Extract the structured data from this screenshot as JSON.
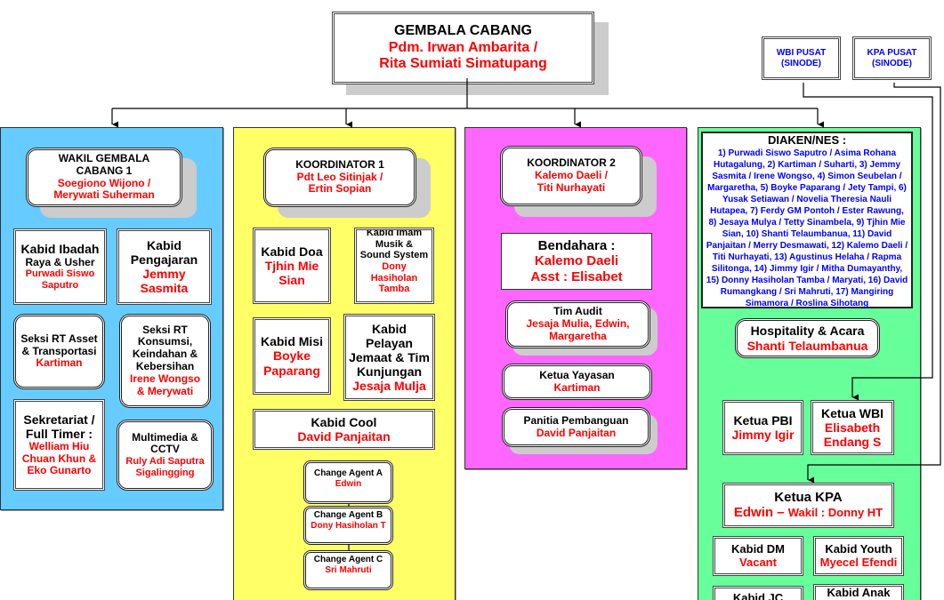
{
  "top": {
    "title": "GEMBALA CABANG",
    "name_line1": "Pdm. Irwan Ambarita /",
    "name_line2": "Rita Sumiati Simatupang"
  },
  "external": {
    "wbi_pusat": {
      "line1": "WBI PUSAT",
      "line2": "(SINODE)"
    },
    "kpa_pusat": {
      "line1": "KPA PUSAT",
      "line2": "(SINODE)"
    }
  },
  "colors": {
    "blue_panel": "#66ccff",
    "yellow_panel": "#ffff66",
    "pink_panel": "#ff66ff",
    "green_panel": "#66ff99",
    "name_text": "#ff0000",
    "diaken_text": "#0000ff"
  },
  "blue": {
    "head": {
      "title_line1": "WAKIL GEMBALA",
      "title_line2": "CABANG 1",
      "name_line1": "Soegiono Wijono /",
      "name_line2": "Merywati Suherman"
    },
    "ibadah": {
      "title_line1": "Kabid Ibadah",
      "title_line2": "Raya & Usher",
      "name_line1": "Purwadi Siswo",
      "name_line2": "Saputro"
    },
    "pengajaran": {
      "title_line1": "Kabid",
      "title_line2": "Pengajaran",
      "name_line1": "Jemmy",
      "name_line2": "Sasmita"
    },
    "asset": {
      "title_line1": "Seksi RT Asset",
      "title_line2": "& Transportasi",
      "name": "Kartiman"
    },
    "konsumsi": {
      "title_line1": "Seksi RT",
      "title_line2": "Konsumsi,",
      "title_line3": "Keindahan &",
      "title_line4": "Kebersihan",
      "name_line1": "Irene Wongso",
      "name_line2": "& Merywati"
    },
    "sekretariat": {
      "title_line1": "Sekretariat /",
      "title_line2": "Full Timer :",
      "name_line1": "Welliam Hiu",
      "name_line2": "Chuan Khun &",
      "name_line3": "Eko Gunarto"
    },
    "multimedia": {
      "title_line1": "Multimedia &",
      "title_line2": "CCTV",
      "name_line1": "Ruly Adi Saputra",
      "name_line2": "Sigalingging"
    }
  },
  "yellow": {
    "head": {
      "title": "KOORDINATOR 1",
      "name_line1": "Pdt Leo Sitinjak /",
      "name_line2": "Ertin Sopian"
    },
    "doa": {
      "title": "Kabid Doa",
      "name_line1": "Tjhin Mie",
      "name_line2": "Sian"
    },
    "imam_musik": {
      "title_line1": "Kabid Imam",
      "title_line2": "Musik &",
      "title_line3": "Sound System",
      "name_line1": "Dony",
      "name_line2": "Hasiholan",
      "name_line3": "Tamba"
    },
    "misi": {
      "title": "Kabid Misi",
      "name_line1": "Boyke",
      "name_line2": "Paparang"
    },
    "pelayan": {
      "title_line1": "Kabid",
      "title_line2": "Pelayan",
      "title_line3": "Jemaat & Tim",
      "title_line4": "Kunjungan",
      "name": "Jesaja Mulja"
    },
    "cool": {
      "title": "Kabid Cool",
      "name": "David Panjaitan"
    },
    "agents": [
      {
        "title": "Change Agent A",
        "name": "Edwin"
      },
      {
        "title": "Change Agent B",
        "name": "Dony Hasiholan T"
      },
      {
        "title": "Change Agent C",
        "name": "Sri Mahruti"
      }
    ]
  },
  "pink": {
    "head": {
      "title": "KOORDINATOR 2",
      "name_line1": "Kalemo Daeli /",
      "name_line2": "Titi Nurhayati"
    },
    "bendahara": {
      "title": "Bendahara :",
      "name_line1": "Kalemo Daeli",
      "name_line2": "Asst : Elisabet"
    },
    "audit": {
      "title": "Tim Audit",
      "name_line1": "Jesaja Mulia, Edwin,",
      "name_line2": "Margaretha"
    },
    "yayasan": {
      "title": "Ketua Yayasan",
      "name": "Kartiman"
    },
    "pembangunan": {
      "title": "Panitia Pembanguan",
      "name": "David Panjaitan"
    }
  },
  "green": {
    "diaken": {
      "title": "DIAKEN/NES :",
      "members": "1) Purwadi Siswo Saputro / Asima Rohana Hutagalung, 2) Kartiman / Suharti, 3) Jemmy Sasmita / Irene Wongso, 4) Simon Seubelan / Margaretha, 5) Boyke Paparang / Jety Tampi, 6) Yusak Setiawan / Novelia Theresia Nauli Hutapea, 7) Ferdy GM Pontoh / Ester Rawung, 8) Jesaya Mulya / Tetty Sinambela, 9) Tjhin Mie Sian, 10) Shanti Telaumbanua, 11) David Panjaitan / Merry Desmawati, 12) Kalemo Daeli / Titi Nurhayati, 13) Agustinus Helaha / Rapma Silitonga, 14) Jimmy Igir / Mitha Dumayanthy, 15) Donny Hasiholan Tamba / Maryati, 16) David Rumangkang / Sri Mahruti, 17) Mangiring Simamora / Roslina Sihotang"
    },
    "hospitality": {
      "title": "Hospitality & Acara",
      "name": "Shanti Telaumbanua"
    },
    "pbi": {
      "title": "Ketua PBI",
      "name": "Jimmy Igir"
    },
    "wbi": {
      "title": "Ketua WBI",
      "name_line1": "Elisabeth",
      "name_line2": "Endang S"
    },
    "kpa": {
      "title": "Ketua KPA",
      "name_main": "Edwin – ",
      "name_wakil": "Wakil : Donny HT"
    },
    "dm": {
      "title": "Kabid DM",
      "name": "Vacant"
    },
    "youth": {
      "title": "Kabid Youth",
      "name": "Myecel Efendi"
    },
    "jc": {
      "title": "Kabid JC"
    },
    "anak": {
      "title": "Kabid Anak"
    }
  }
}
